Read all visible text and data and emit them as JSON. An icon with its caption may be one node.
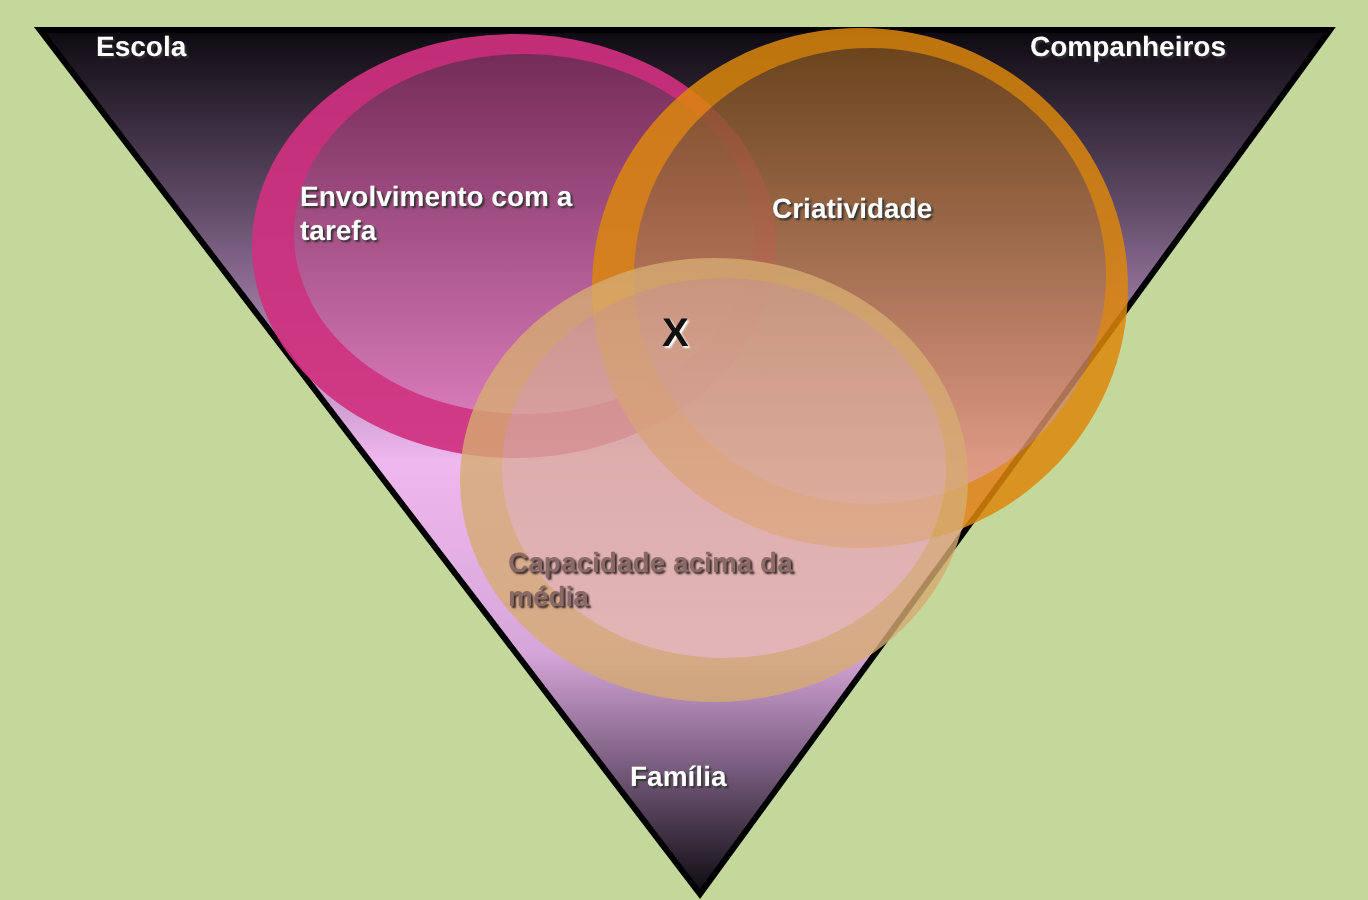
{
  "diagram": {
    "nodes": [
      {
        "text": [
          "Escola",
          "Companheiros",
          "Família"
        ]
      },
      {
        "text": [
          "Envolvimento com a tarefa"
        ],
        "in": 0
      },
      {
        "text": [
          "Criatividade"
        ],
        "in": 0
      },
      {
        "text": [
          "Capacidade acima da média"
        ],
        "in": 0
      }
    ],
    "labels": [
      "X"
    ]
  }
}
